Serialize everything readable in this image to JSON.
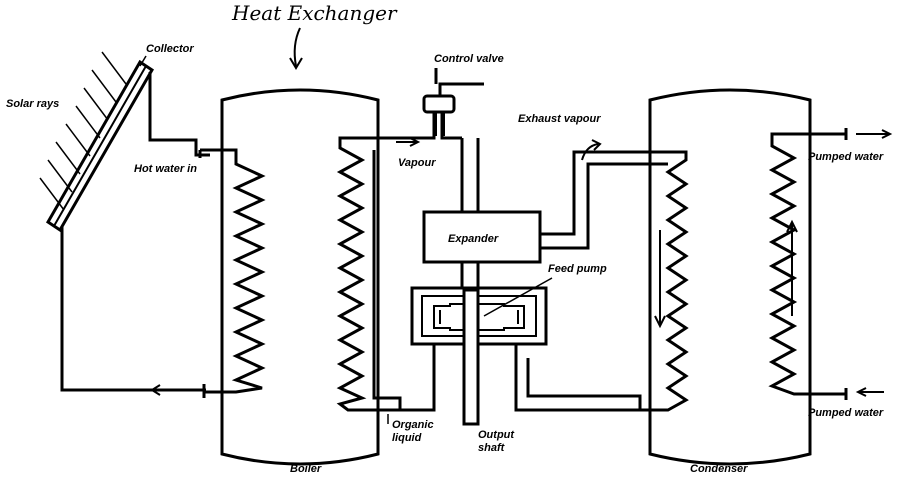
{
  "labels": {
    "heading": "Heat Exchanger",
    "collector": "Collector",
    "solar_rays": "Solar rays",
    "hot_water_in": "Hot water in",
    "vapour": "Vapour",
    "control_valve": "Control valve",
    "exhaust_vapour": "Exhaust vapour",
    "pumped_water_out": "Pumped water",
    "expander": "Expander",
    "feed_pump": "Feed pump",
    "organic_liquid_1": "Organic",
    "organic_liquid_2": "liquid",
    "output_shaft_1": "Output",
    "output_shaft_2": "shaft",
    "pumped_water_in": "Pumped water",
    "boiler": "Boiler",
    "condenser": "Condenser"
  }
}
